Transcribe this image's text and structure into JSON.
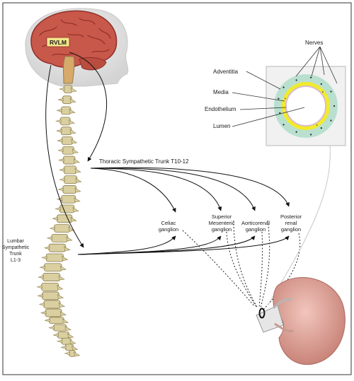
{
  "labels": {
    "rvlm": "RVLM",
    "thoracic": "Thoracic Sympathetic Trunk T10-12",
    "lumbar": [
      "Lumbar",
      "Sympathetic",
      "Trunk",
      "L1-3"
    ],
    "celiac": [
      "Celiac",
      "ganglion"
    ],
    "superior_mesenteric": [
      "Superior",
      "Mesenteric",
      "ganglion"
    ],
    "aorticorenal": [
      "Aorticorenal",
      "ganglion"
    ],
    "posterior_renal": [
      "Posterior",
      "renal",
      "ganglion"
    ]
  },
  "vessel": {
    "nerves": "Nerves",
    "adventitia": "Adventitia",
    "media": "Media",
    "endothelium": "Endothelium",
    "lumen": "Lumen"
  },
  "colors": {
    "brain": "#c8584a",
    "brain_dark": "#8f2f2a",
    "bone": "#d9cfa0",
    "bone_dark": "#8e7f4f",
    "kidney": "#d9998f",
    "adventitia": "#b9e0cf",
    "media": "#f2ea2c",
    "lumen": "#ffffff",
    "rvlm_box": "#f3e58a",
    "frame": "#555555"
  }
}
